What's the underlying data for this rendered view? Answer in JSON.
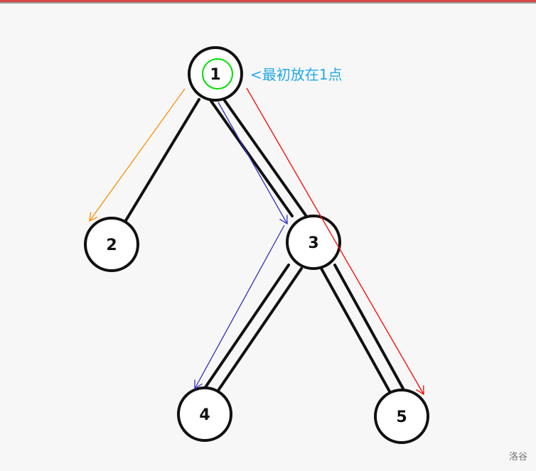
{
  "nodes": [
    {
      "id": "1",
      "label": "1"
    },
    {
      "id": "2",
      "label": "2"
    },
    {
      "id": "3",
      "label": "3"
    },
    {
      "id": "4",
      "label": "4"
    },
    {
      "id": "5",
      "label": "5"
    }
  ],
  "edges": [
    {
      "from": "1",
      "to": "2",
      "style": "single"
    },
    {
      "from": "1",
      "to": "3",
      "style": "double"
    },
    {
      "from": "3",
      "to": "4",
      "style": "double"
    },
    {
      "from": "3",
      "to": "5",
      "style": "double"
    }
  ],
  "paths": [
    {
      "from": "1",
      "to": "2",
      "color": "#ff8c00"
    },
    {
      "from": "1",
      "to": "3",
      "color": "#3030c0"
    },
    {
      "from": "3",
      "to": "4",
      "color": "#3030c0"
    },
    {
      "from": "1",
      "to": "5",
      "color": "#ff0000"
    }
  ],
  "start_marker": {
    "node": "1",
    "color": "#00dd00"
  },
  "annotation": {
    "text": "<最初放在1点",
    "color": "#22a8e8"
  },
  "watermark": {
    "text": "洛谷"
  },
  "colors": {
    "node_stroke": "#111111",
    "node_fill": "#ffffff",
    "edge": "#111111"
  }
}
